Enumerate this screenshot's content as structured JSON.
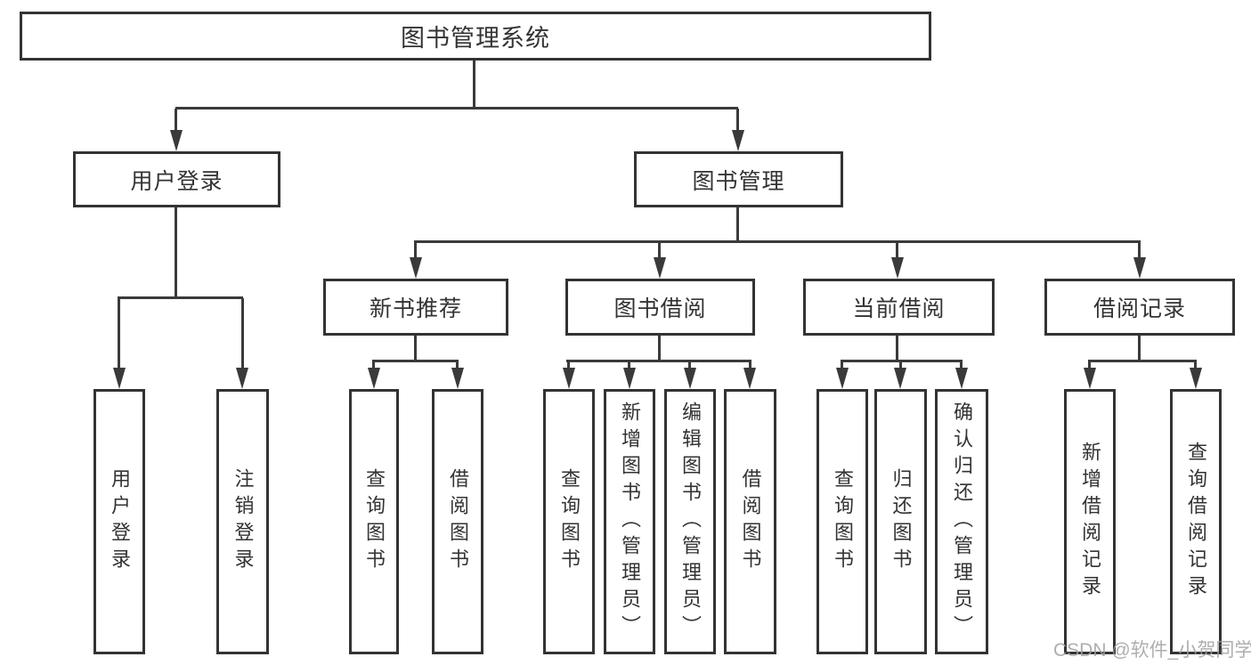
{
  "diagram_title": "图书管理系统",
  "tree": {
    "label": "图书管理系统",
    "children": [
      {
        "label": "用户登录",
        "children": [
          {
            "label": "用户登录"
          },
          {
            "label": "注销登录"
          }
        ]
      },
      {
        "label": "图书管理",
        "children": [
          {
            "label": "新书推荐",
            "children": [
              {
                "label": "查询图书"
              },
              {
                "label": "借阅图书"
              }
            ]
          },
          {
            "label": "图书借阅",
            "children": [
              {
                "label": "查询图书"
              },
              {
                "label": "新增图书（管理员）"
              },
              {
                "label": "编辑图书（管理员）"
              },
              {
                "label": "借阅图书"
              }
            ]
          },
          {
            "label": "当前借阅",
            "children": [
              {
                "label": "查询图书"
              },
              {
                "label": "归还图书"
              },
              {
                "label": "确认归还（管理员）"
              }
            ]
          },
          {
            "label": "借阅记录",
            "children": [
              {
                "label": "新增借阅记录"
              },
              {
                "label": "查询借阅记录"
              }
            ]
          }
        ]
      }
    ]
  },
  "watermark": {
    "text": "CSDN @软件_小贺同学"
  },
  "colors": {
    "line": "#3a3a3a",
    "box_border": "#333333",
    "text": "#333333",
    "watermark": "#a0a0a0",
    "background": "#ffffff"
  }
}
